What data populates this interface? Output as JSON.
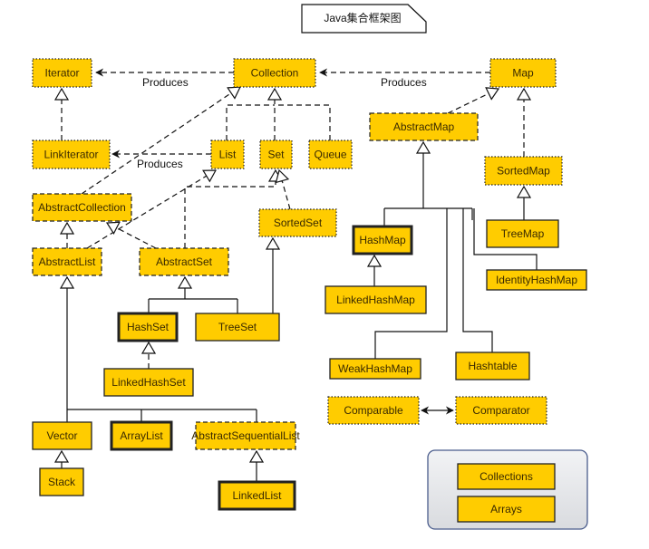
{
  "title": "Java集合框架图",
  "colors": {
    "node_fill": "#FFCC00",
    "utility_panel": "#E4E6EA",
    "panel_border": "#4A5C8C"
  },
  "edge_labels": {
    "iterator_produces": "Produces",
    "list_produces": "Produces",
    "map_produces": "Produces"
  },
  "nodes": {
    "iterator": "Iterator",
    "collection": "Collection",
    "map": "Map",
    "linkiterator": "LinkIterator",
    "list": "List",
    "set": "Set",
    "queue": "Queue",
    "abstractmap": "AbstractMap",
    "sortedmap": "SortedMap",
    "abstractcollection": "AbstractCollection",
    "sortedset": "SortedSet",
    "abstractlist": "AbstractList",
    "abstractset": "AbstractSet",
    "hashmap": "HashMap",
    "treemap": "TreeMap",
    "identityhashmap": "IdentityHashMap",
    "linkedhashmap": "LinkedHashMap",
    "hashset": "HashSet",
    "treeset": "TreeSet",
    "linkedhashset": "LinkedHashSet",
    "weakhashmap": "WeakHashMap",
    "hashtable": "Hashtable",
    "comparable": "Comparable",
    "comparator": "Comparator",
    "vector": "Vector",
    "arraylist": "ArrayList",
    "abstractsequentiallist": "AbstractSequentialList",
    "stack": "Stack",
    "linkedlist": "LinkedList",
    "collections": "Collections",
    "arrays": "Arrays"
  },
  "node_kinds": {
    "interface": [
      "iterator",
      "collection",
      "map",
      "linkiterator",
      "list",
      "set",
      "queue",
      "sortedmap",
      "sortedset",
      "comparable",
      "comparator"
    ],
    "abstract": [
      "abstractmap",
      "abstractcollection",
      "abstractlist",
      "abstractset",
      "abstractsequentiallist"
    ],
    "concrete": [
      "treemap",
      "identityhashmap",
      "linkedhashmap",
      "treeset",
      "linkedhashset",
      "weakhashmap",
      "hashtable",
      "vector",
      "stack",
      "collections",
      "arrays"
    ],
    "highlighted": [
      "hashmap",
      "hashset",
      "arraylist",
      "linkedlist"
    ]
  }
}
